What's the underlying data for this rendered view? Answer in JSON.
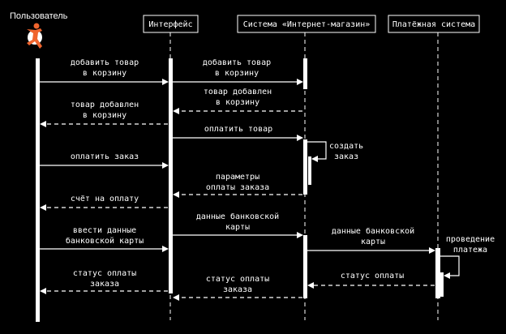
{
  "participants": {
    "user": "Пользователь",
    "ui": "Интерфейс",
    "shop": "Система «Интернет-магазин»",
    "pay": "Платёжная система"
  },
  "messages": [
    {
      "id": "m1",
      "lines": [
        "добавить товар",
        "в корзину"
      ]
    },
    {
      "id": "m2",
      "lines": [
        "добавить товар",
        "в корзину"
      ]
    },
    {
      "id": "m3",
      "lines": [
        "товар добавлен",
        "в корзину"
      ]
    },
    {
      "id": "m4",
      "lines": [
        "товар добавлен",
        "в корзину"
      ]
    },
    {
      "id": "m5",
      "lines": [
        "оплатить товар"
      ]
    },
    {
      "id": "m6",
      "lines": [
        "создать",
        "заказ"
      ]
    },
    {
      "id": "m7",
      "lines": [
        "оплатить заказ"
      ]
    },
    {
      "id": "m8",
      "lines": [
        "параметры",
        "оплаты заказа"
      ]
    },
    {
      "id": "m9",
      "lines": [
        "счёт на оплату"
      ]
    },
    {
      "id": "m10",
      "lines": [
        "данные банковской",
        "карты"
      ]
    },
    {
      "id": "m11",
      "lines": [
        "ввести данные",
        "банковской карты"
      ]
    },
    {
      "id": "m12",
      "lines": [
        "данные банковской",
        "карты"
      ]
    },
    {
      "id": "m13",
      "lines": [
        "проведение",
        "платежа"
      ]
    },
    {
      "id": "m14",
      "lines": [
        "статус оплаты"
      ]
    },
    {
      "id": "m15",
      "lines": [
        "статус оплаты",
        "заказа"
      ]
    },
    {
      "id": "m16",
      "lines": [
        "статус оплаты",
        "заказа"
      ]
    }
  ],
  "colors": {
    "background": "#000000",
    "line": "#ffffff",
    "actor_accent": "#f0642d"
  }
}
